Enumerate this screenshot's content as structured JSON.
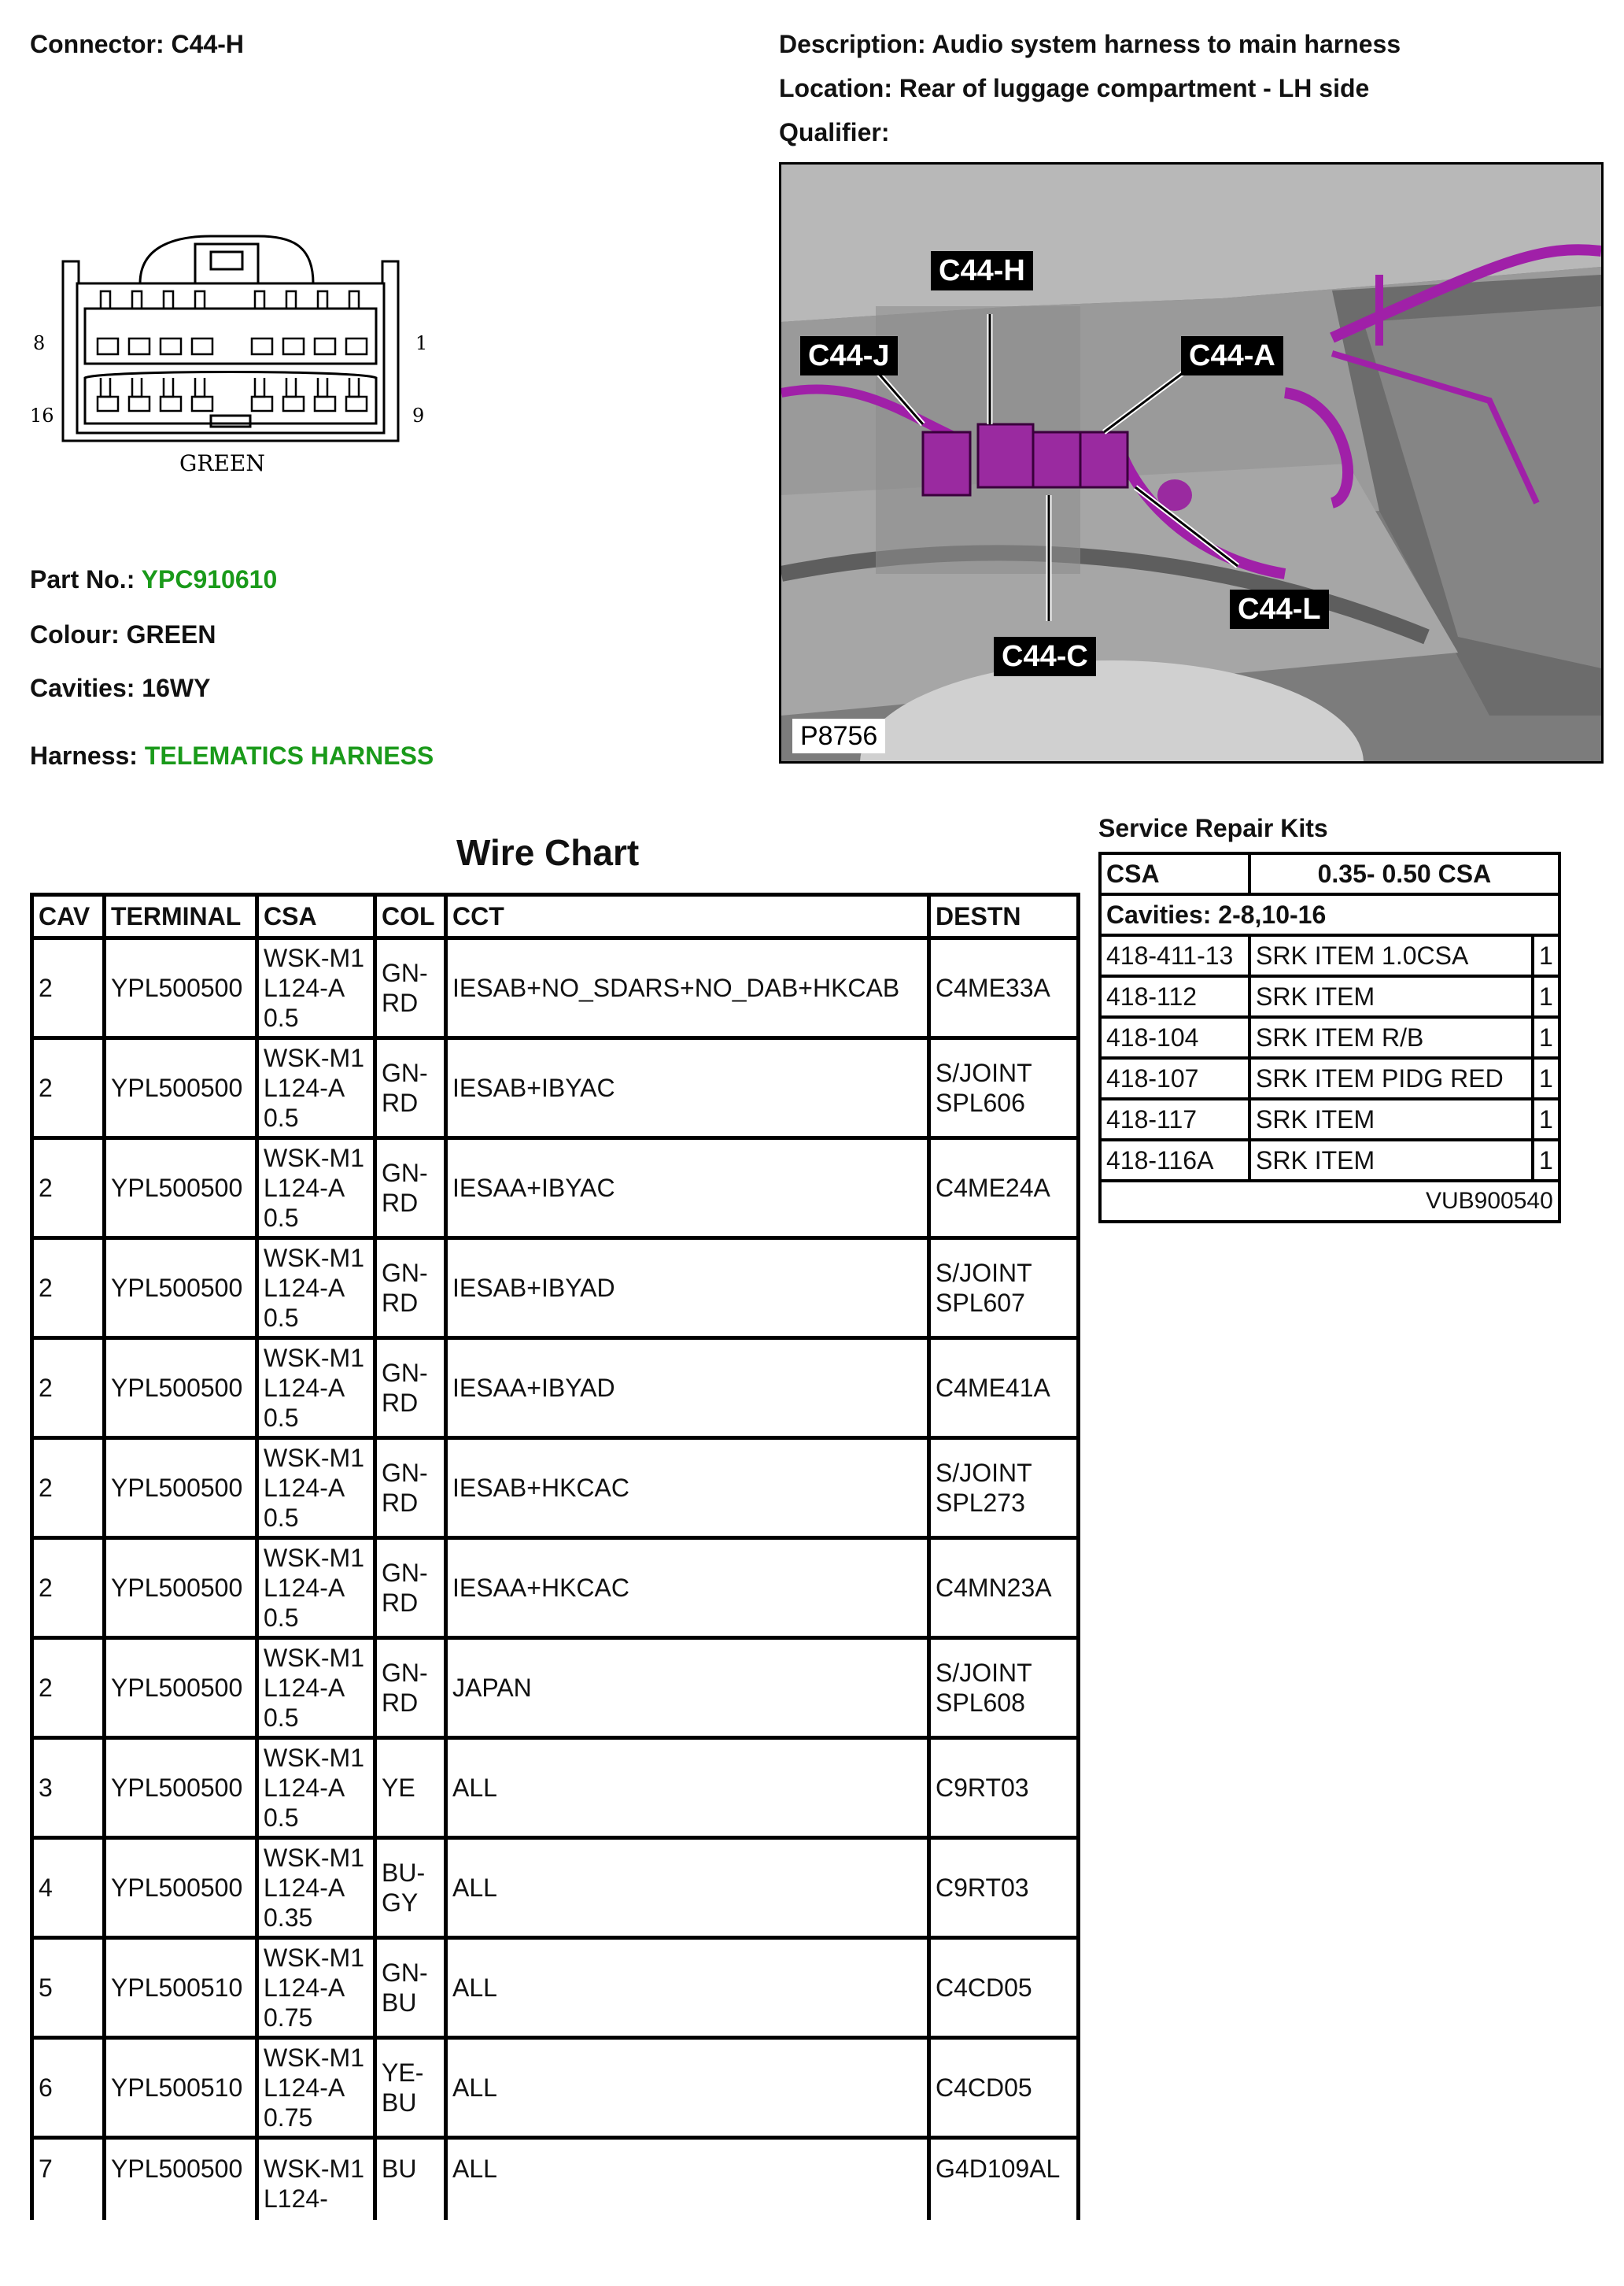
{
  "connector": {
    "label": "Connector:",
    "value": "C44-H"
  },
  "description": {
    "label": "Description:",
    "value": "Audio system harness to main harness"
  },
  "location": {
    "label": "Location:",
    "value": "Rear of luggage compartment - LH side"
  },
  "qualifier": {
    "label": "Qualifier:",
    "value": ""
  },
  "diagram": {
    "pin_top_left": "8",
    "pin_top_right": "1",
    "pin_bottom_left": "16",
    "pin_bottom_right": "9",
    "colour_label": "GREEN"
  },
  "part": {
    "label": "Part No.:",
    "value": "YPC910610"
  },
  "colour": {
    "label": "Colour:",
    "value": "GREEN"
  },
  "cavities": {
    "label": "Cavities:",
    "value": "16WY"
  },
  "harness": {
    "label": "Harness:",
    "value": "TELEMATICS HARNESS"
  },
  "photo": {
    "callouts": {
      "h": "C44-H",
      "j": "C44-J",
      "a": "C44-A",
      "l": "C44-L",
      "c": "C44-C"
    },
    "code": "P8756"
  },
  "wire_chart": {
    "title": "Wire Chart",
    "headers": [
      "CAV",
      "TERMINAL",
      "CSA",
      "COL",
      "CCT",
      "DESTN"
    ],
    "rows": [
      {
        "cav": "2",
        "terminal": "YPL500500",
        "csa": "WSK-M1L124-A 0.5",
        "col": "GN-RD",
        "cct": "IESAB+NO_SDARS+NO_DAB+HKCAB",
        "destn": "C4ME33A"
      },
      {
        "cav": "2",
        "terminal": "YPL500500",
        "csa": "WSK-M1L124-A 0.5",
        "col": "GN-RD",
        "cct": "IESAB+IBYAC",
        "destn": "S/JOINT SPL606"
      },
      {
        "cav": "2",
        "terminal": "YPL500500",
        "csa": "WSK-M1L124-A 0.5",
        "col": "GN-RD",
        "cct": "IESAA+IBYAC",
        "destn": "C4ME24A"
      },
      {
        "cav": "2",
        "terminal": "YPL500500",
        "csa": "WSK-M1L124-A 0.5",
        "col": "GN-RD",
        "cct": "IESAB+IBYAD",
        "destn": "S/JOINT SPL607"
      },
      {
        "cav": "2",
        "terminal": "YPL500500",
        "csa": "WSK-M1L124-A 0.5",
        "col": "GN-RD",
        "cct": "IESAA+IBYAD",
        "destn": "C4ME41A"
      },
      {
        "cav": "2",
        "terminal": "YPL500500",
        "csa": "WSK-M1L124-A 0.5",
        "col": "GN-RD",
        "cct": "IESAB+HKCAC",
        "destn": "S/JOINT SPL273"
      },
      {
        "cav": "2",
        "terminal": "YPL500500",
        "csa": "WSK-M1L124-A 0.5",
        "col": "GN-RD",
        "cct": "IESAA+HKCAC",
        "destn": "C4MN23A"
      },
      {
        "cav": "2",
        "terminal": "YPL500500",
        "csa": "WSK-M1L124-A 0.5",
        "col": "GN-RD",
        "cct": "JAPAN",
        "destn": "S/JOINT SPL608"
      },
      {
        "cav": "3",
        "terminal": "YPL500500",
        "csa": "WSK-M1L124-A 0.5",
        "col": "YE",
        "cct": "ALL",
        "destn": "C9RT03"
      },
      {
        "cav": "4",
        "terminal": "YPL500500",
        "csa": "WSK-M1L124-A 0.35",
        "col": "BU-GY",
        "cct": "ALL",
        "destn": "C9RT03"
      },
      {
        "cav": "5",
        "terminal": "YPL500510",
        "csa": "WSK-M1L124-A 0.75",
        "col": "GN-BU",
        "cct": "ALL",
        "destn": "C4CD05"
      },
      {
        "cav": "6",
        "terminal": "YPL500510",
        "csa": "WSK-M1L124-A 0.75",
        "col": "YE-BU",
        "cct": "ALL",
        "destn": "C4CD05"
      },
      {
        "cav": "7",
        "terminal": "YPL500500",
        "csa": "WSK-M1L124-",
        "col": "BU",
        "cct": "ALL",
        "destn": "G4D109AL"
      }
    ]
  },
  "srk": {
    "title": "Service Repair Kits",
    "header": {
      "csa": "CSA",
      "range": "0.35- 0.50 CSA"
    },
    "cavities": "Cavities: 2-8,10-16",
    "rows": [
      {
        "code": "418-411-13",
        "item": "SRK ITEM 1.0CSA",
        "qty": "1"
      },
      {
        "code": "418-112",
        "item": "SRK ITEM",
        "qty": "1"
      },
      {
        "code": "418-104",
        "item": "SRK ITEM R/B",
        "qty": "1"
      },
      {
        "code": "418-107",
        "item": "SRK ITEM PIDG RED",
        "qty": "1"
      },
      {
        "code": "418-117",
        "item": "SRK ITEM",
        "qty": "1"
      },
      {
        "code": "418-116A",
        "item": "SRK ITEM",
        "qty": "1"
      }
    ],
    "footer": "VUB900540"
  }
}
